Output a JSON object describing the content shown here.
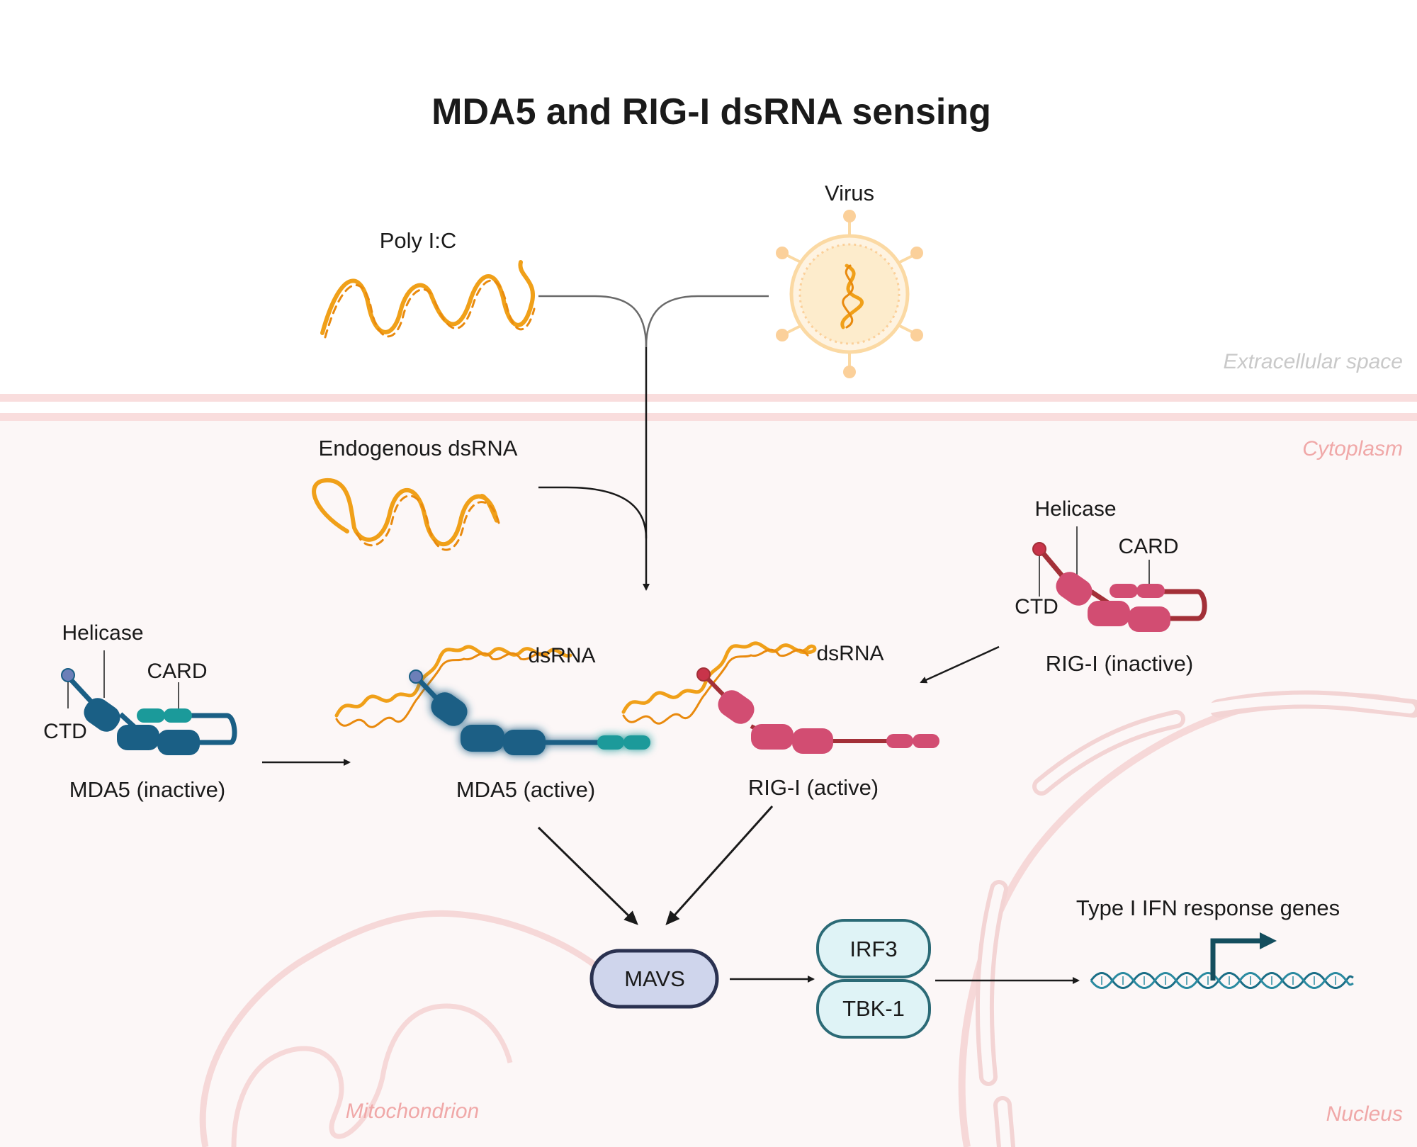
{
  "title": "MDA5 and RIG-I dsRNA sensing",
  "regions": {
    "extracellular": "Extracellular space",
    "cytoplasm": "Cytoplasm",
    "mitochondrion": "Mitochondrion",
    "nucleus": "Nucleus"
  },
  "sources": {
    "poly_ic": "Poly I:C",
    "virus": "Virus",
    "endogenous": "Endogenous dsRNA"
  },
  "mda5_inactive": {
    "label": "MDA5 (inactive)",
    "helicase": "Helicase",
    "card": "CARD",
    "ctd": "CTD"
  },
  "rigi_inactive": {
    "label": "RIG-I (inactive)",
    "helicase": "Helicase",
    "card": "CARD",
    "ctd": "CTD"
  },
  "mda5_active": {
    "label": "MDA5 (active)",
    "dsrna": "dsRNA"
  },
  "rigi_active": {
    "label": "RIG-I (active)",
    "dsrna": "dsRNA"
  },
  "signaling": {
    "mavs": "MAVS",
    "irf3": "IRF3",
    "tbk1": "TBK-1",
    "genes": "Type I IFN response genes"
  },
  "colors": {
    "rna": "#f0a019",
    "mda5": "#1a5f85",
    "mda5_card": "#1b9a9a",
    "rigi": "#d24d72",
    "rigi_link": "#a33038",
    "membrane": "#f9dddd",
    "region_label": "#f0a8a8",
    "mavs_fill": "#cfd5ec",
    "mavs_stroke": "#2a3150",
    "irf_fill": "#dff3f6",
    "irf_stroke": "#2b6a76"
  }
}
